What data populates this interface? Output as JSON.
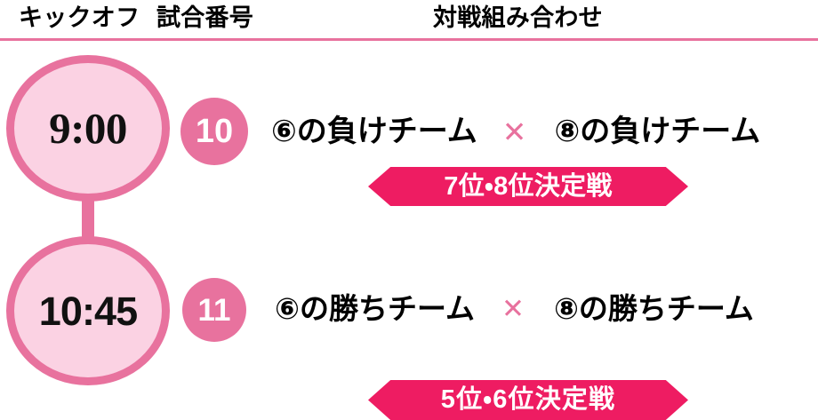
{
  "colors": {
    "accent_pink": "#e8729e",
    "bubble_fill": "#fbd2e3",
    "ribbon_magenta": "#ee1c62",
    "text_black": "#000000",
    "badge_text": "#ffffff",
    "background": "#ffffff"
  },
  "header": {
    "columns": [
      {
        "label": "キックオフ"
      },
      {
        "label": "試合番号"
      },
      {
        "label": "対戦組み合わせ"
      }
    ]
  },
  "matches": [
    {
      "kickoff": "9:00",
      "match_number": "10",
      "team_left": "⑥の負けチーム",
      "versus": "✕",
      "team_right": "⑧の負けチーム",
      "ribbon_label": "7位・8位決定戦"
    },
    {
      "kickoff": "10:45",
      "match_number": "11",
      "team_left": "⑥の勝ちチーム",
      "versus": "✕",
      "team_right": "⑧の勝ちチーム",
      "ribbon_label": "5位・6位決定戦"
    }
  ]
}
